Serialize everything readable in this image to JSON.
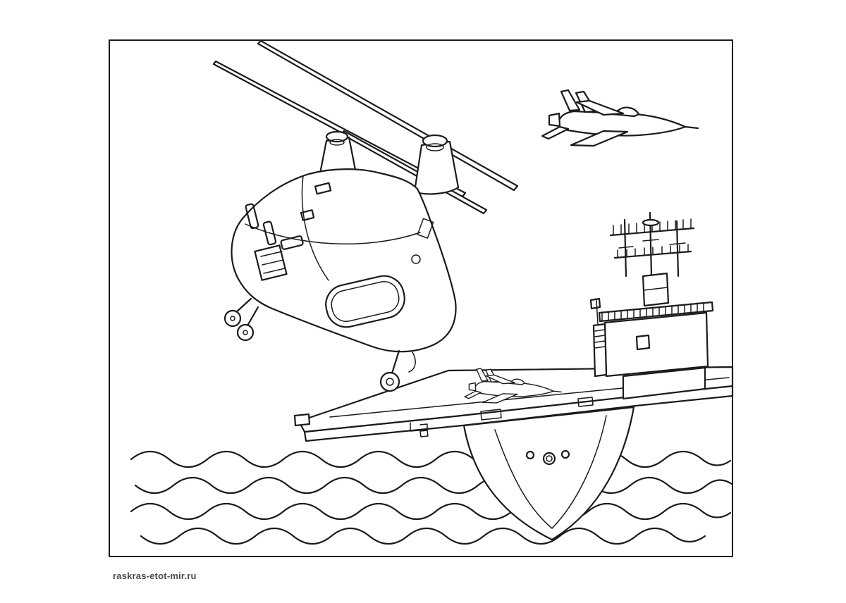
{
  "page": {
    "background": "#ffffff",
    "border_color": "#1b1b1b",
    "line_color": "#1b1b1b"
  },
  "watermark": {
    "text": "raskras-etot-mir.ru",
    "color": "#4a4a4a"
  },
  "scene": {
    "type": "coloring-page-line-art",
    "elements": [
      "tandem-rotor-helicopter",
      "fighter-jet-flying",
      "fighter-jet-on-deck",
      "aircraft-carrier-island",
      "carrier-deck",
      "carrier-hull",
      "sea-waves"
    ]
  }
}
